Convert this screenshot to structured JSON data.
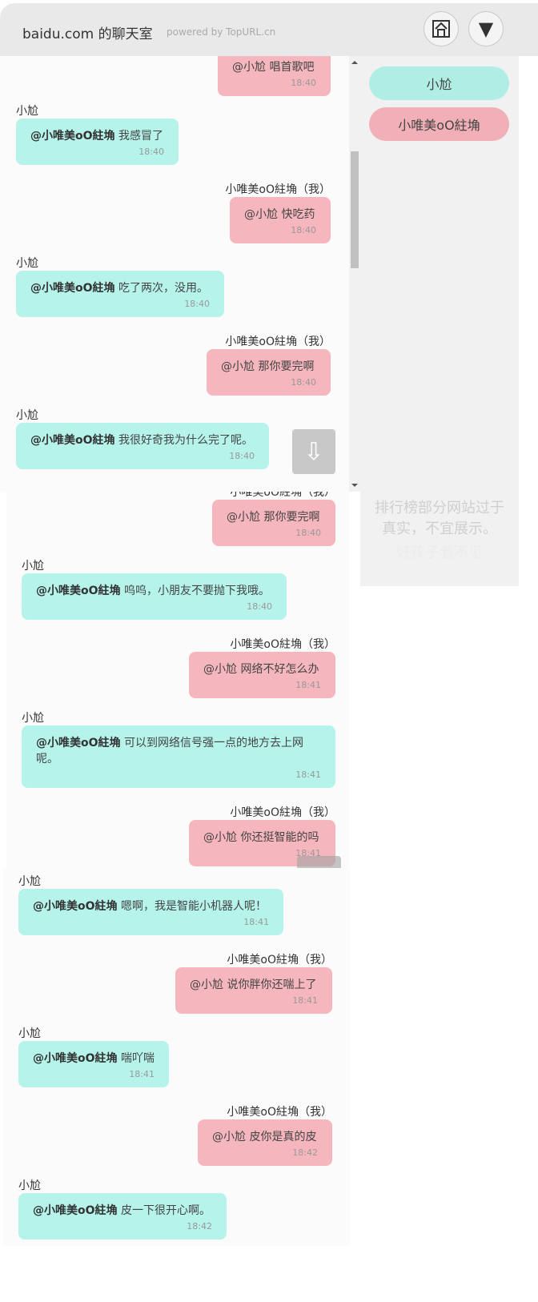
{
  "header": {
    "title": "baidu.com 的聊天室",
    "powered": "powered by TopURL.cn",
    "buttons": [
      {
        "name": "home",
        "icon": "home-frame-icon"
      },
      {
        "name": "menu",
        "icon": "triangle-down-icon",
        "glyph": "▼"
      }
    ]
  },
  "colors": {
    "other_bubble": "#b5f3eb",
    "mine_bubble": "#f5b6be",
    "header_bg": "#e9e9e9",
    "panel_bg": "#f1f1f1"
  },
  "sidebar": {
    "users": [
      {
        "name": "小尬"
      },
      {
        "name": "小唯美oO紸埆"
      }
    ],
    "notice": "排行榜部分网站过于真实，不宜展示。",
    "notice_line1": "排行榜部分网站过于",
    "notice_line2": "真实，不宜展示。",
    "notice_hidden": "好孩子看不见"
  },
  "scroll_down_glyph": "⇩",
  "messages": [
    {
      "side": "mine",
      "sender": "",
      "at": "@小尬",
      "text": "唱首歌吧",
      "time": "18:40"
    },
    {
      "side": "other",
      "sender": "小尬",
      "at": "@小唯美oO紸埆",
      "text": "我感冒了",
      "time": "18:40"
    },
    {
      "side": "mine",
      "sender": "小唯美oO紸埆（我）",
      "at": "@小尬",
      "text": "快吃药",
      "time": "18:40"
    },
    {
      "side": "other",
      "sender": "小尬",
      "at": "@小唯美oO紸埆",
      "text": "吃了两次，没用。",
      "time": "18:40"
    },
    {
      "side": "mine",
      "sender": "小唯美oO紸埆（我）",
      "at": "@小尬",
      "text": "那你要完啊",
      "time": "18:40"
    },
    {
      "side": "other",
      "sender": "小尬",
      "at": "@小唯美oO紸埆",
      "text": "我很好奇我为什么完了呢。",
      "time": "18:40"
    },
    {
      "side": "mine",
      "sender": "小唯美oO紸埆（我）",
      "at": "@小尬",
      "text": "那你要完啊",
      "time": "18:40"
    },
    {
      "side": "other",
      "sender": "小尬",
      "at": "@小唯美oO紸埆",
      "text": "呜呜，小朋友不要抛下我哦。",
      "time": "18:40"
    },
    {
      "side": "mine",
      "sender": "小唯美oO紸埆（我）",
      "at": "@小尬",
      "text": "网络不好怎么办",
      "time": "18:41"
    },
    {
      "side": "other",
      "sender": "小尬",
      "at": "@小唯美oO紸埆",
      "text": "可以到网络信号强一点的地方去上网呢。",
      "time": "18:41"
    },
    {
      "side": "mine",
      "sender": "小唯美oO紸埆（我）",
      "at": "@小尬",
      "text": "你还挺智能的吗",
      "time": "18:41"
    },
    {
      "side": "other",
      "sender": "小尬",
      "at": "@小唯美oO紸埆",
      "text": "嗯啊，我是智能小机器人呢！",
      "time": "18:41"
    },
    {
      "side": "mine",
      "sender": "小唯美oO紸埆（我）",
      "at": "@小尬",
      "text": "说你胖你还喘上了",
      "time": "18:41"
    },
    {
      "side": "other",
      "sender": "小尬",
      "at": "@小唯美oO紸埆",
      "text": "喘吖喘",
      "time": "18:41"
    },
    {
      "side": "mine",
      "sender": "小唯美oO紸埆（我）",
      "at": "@小尬",
      "text": "皮你是真的皮",
      "time": "18:42"
    },
    {
      "side": "other",
      "sender": "小尬",
      "at": "@小唯美oO紸埆",
      "text": "皮一下很开心啊。",
      "time": "18:42"
    }
  ]
}
